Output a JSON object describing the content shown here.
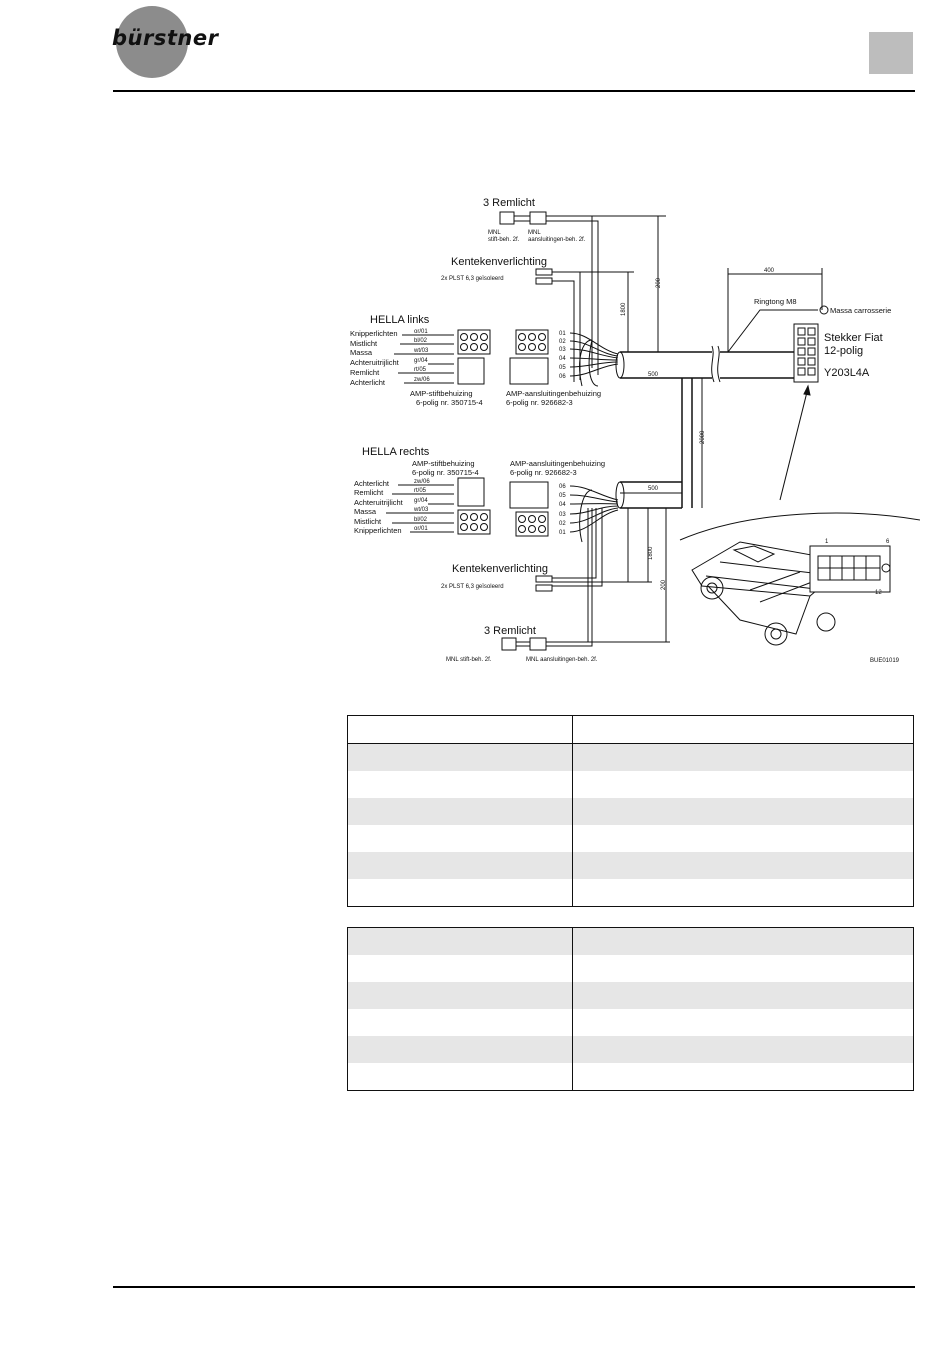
{
  "brand": {
    "logo_text": "bürstner"
  },
  "diagram": {
    "code": "BUE01019",
    "top_group": {
      "remlicht_title": "3 Remlicht",
      "mnl_left": [
        "MNL",
        "stift-beh. 2f."
      ],
      "mnl_right": [
        "MNL",
        "aansluitingen-beh. 2f."
      ],
      "kenteken_title": "Kentekenverlichting",
      "plst": "2x PLST 6,3  geïsoleerd",
      "hella_title": "HELLA links",
      "lights": [
        "Knipperlichten",
        "Mistlicht",
        "Massa",
        "Achteruitrijlicht",
        "Remlicht",
        "Achterlicht"
      ],
      "wire_codes": [
        "or/01",
        "bl/02",
        "wt/03",
        "gr/04",
        "rt/05",
        "zw/06"
      ],
      "amp_pin_label": [
        "AMP-stiftbehuizing",
        "6-polig nr. 350715-4"
      ],
      "amp_socket_label": [
        "AMP-aansluitingenbehuizing",
        "6-polig nr. 926682-3"
      ],
      "pin_numbers": [
        "01",
        "02",
        "03",
        "04",
        "05",
        "06"
      ]
    },
    "bottom_group": {
      "hella_title": "HELLA rechts",
      "amp_pin_label": [
        "AMP-stiftbehuizing",
        "6-polig nr. 350715-4"
      ],
      "amp_socket_label": [
        "AMP-aansluitingenbehuizing",
        "6-polig nr. 926682-3"
      ],
      "lights": [
        "Achterlicht",
        "Remlicht",
        "Achteruitrijlicht",
        "Massa",
        "Mistlicht",
        "Knipperlichten"
      ],
      "wire_codes": [
        "zw/06",
        "rt/05",
        "gr/04",
        "wt/03",
        "bl/02",
        "or/01"
      ],
      "pin_numbers": [
        "06",
        "05",
        "04",
        "03",
        "02",
        "01"
      ],
      "kenteken_title": "Kentekenverlichting",
      "plst": "2x PLST 6,3  geïsoleerd",
      "remlicht_title": "3 Remlicht",
      "mnl_left": "MNL stift-beh. 2f.",
      "mnl_right": "MNL aansluitingen-beh. 2f."
    },
    "dimensions": {
      "d400": "400",
      "d200_top": "200",
      "d1800_top": "1800",
      "d500_top": "500",
      "d2000": "2000",
      "d500_bottom": "500",
      "d1800_bottom": "1800",
      "d200_bottom": "200"
    },
    "ringtong": "Ringtong M8",
    "massa": "Massa carrosserie",
    "stekker": [
      "Stekker Fiat",
      "12-polig"
    ],
    "part_code": "Y203L4A",
    "inset_callouts": [
      "1",
      "6",
      "12"
    ]
  },
  "tables": [
    {
      "rows": [
        [
          "",
          ""
        ],
        [
          "",
          ""
        ],
        [
          "",
          ""
        ],
        [
          "",
          ""
        ],
        [
          "",
          ""
        ],
        [
          "",
          ""
        ],
        [
          "",
          ""
        ]
      ]
    },
    {
      "rows": [
        [
          "",
          ""
        ],
        [
          "",
          ""
        ],
        [
          "",
          ""
        ],
        [
          "",
          ""
        ],
        [
          "",
          ""
        ],
        [
          "",
          ""
        ]
      ]
    }
  ]
}
